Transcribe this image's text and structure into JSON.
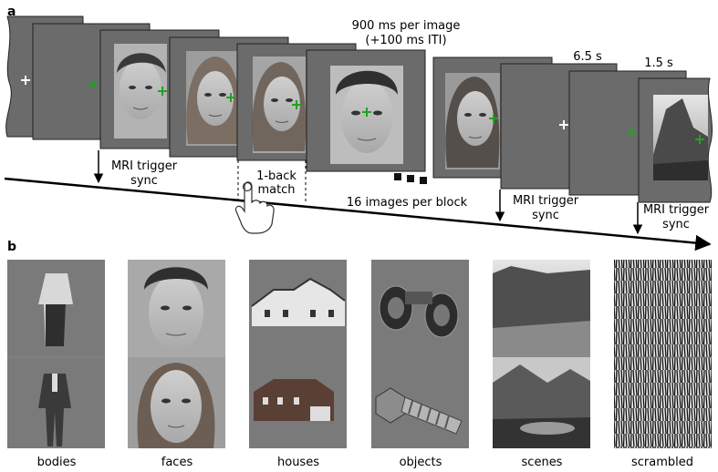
{
  "panel_a": {
    "label": "a",
    "timing_main_line1": "900 ms per image",
    "timing_main_line2": "(+100 ms ITI)",
    "timing_fix": "6.5 s",
    "timing_end": "1.5 s",
    "trigger_left_line1": "MRI trigger",
    "trigger_left_line2": "sync",
    "oneback_line1": "1-back",
    "oneback_line2": "match",
    "block_count": "16 images per block",
    "trigger_mid_line1": "MRI trigger",
    "trigger_mid_line2": "sync",
    "trigger_right_line1": "MRI trigger",
    "trigger_right_line2": "sync"
  },
  "panel_b": {
    "label": "b",
    "categories": [
      "bodies",
      "faces",
      "houses",
      "objects",
      "scenes",
      "scrambled"
    ]
  },
  "colors": {
    "screen_gray": "#6b6b6b",
    "fixation_green": "#1fa31f",
    "fixation_white": "#ffffff"
  }
}
